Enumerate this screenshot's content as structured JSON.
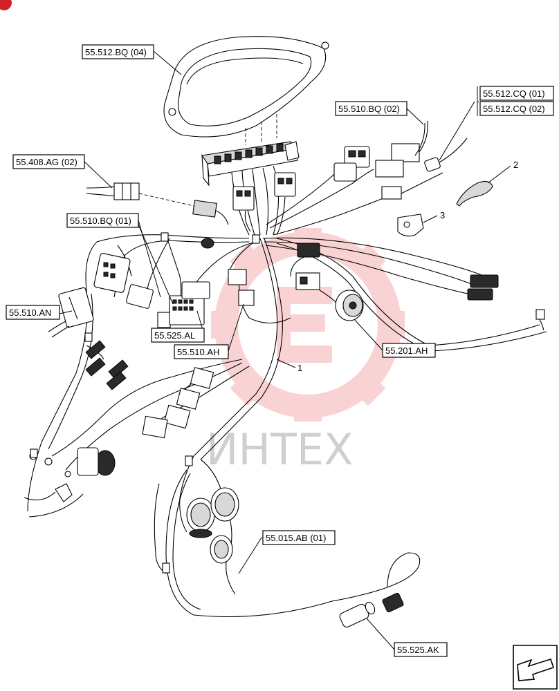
{
  "reference_labels": [
    {
      "id": "ref-55-512-bq-04",
      "text": "55.512.BQ (04)"
    },
    {
      "id": "ref-55-510-bq-02",
      "text": "55.510.BQ (02)"
    },
    {
      "id": "ref-55-512-cq-01",
      "text": "55.512.CQ (01)"
    },
    {
      "id": "ref-55-512-cq-02",
      "text": "55.512.CQ (02)"
    },
    {
      "id": "ref-55-408-ag-02",
      "text": "55.408.AG (02)"
    },
    {
      "id": "ref-55-510-bq-01",
      "text": "55.510.BQ (01)"
    },
    {
      "id": "ref-55-510-an",
      "text": "55.510.AN"
    },
    {
      "id": "ref-55-525-al",
      "text": "55.525.AL"
    },
    {
      "id": "ref-55-510-ah",
      "text": "55.510.AH"
    },
    {
      "id": "ref-55-201-ah",
      "text": "55.201.AH"
    },
    {
      "id": "ref-55-015-ab-01",
      "text": "55.015.AB (01)"
    },
    {
      "id": "ref-55-525-ak",
      "text": "55.525.AK"
    }
  ],
  "item_callouts": [
    "1",
    "2",
    "3"
  ],
  "watermark": {
    "text": "ИНТЕХ",
    "color": "#e83a3a"
  },
  "icons": {
    "nav": "arrow-icon",
    "corner": "corner-badge-icon"
  }
}
